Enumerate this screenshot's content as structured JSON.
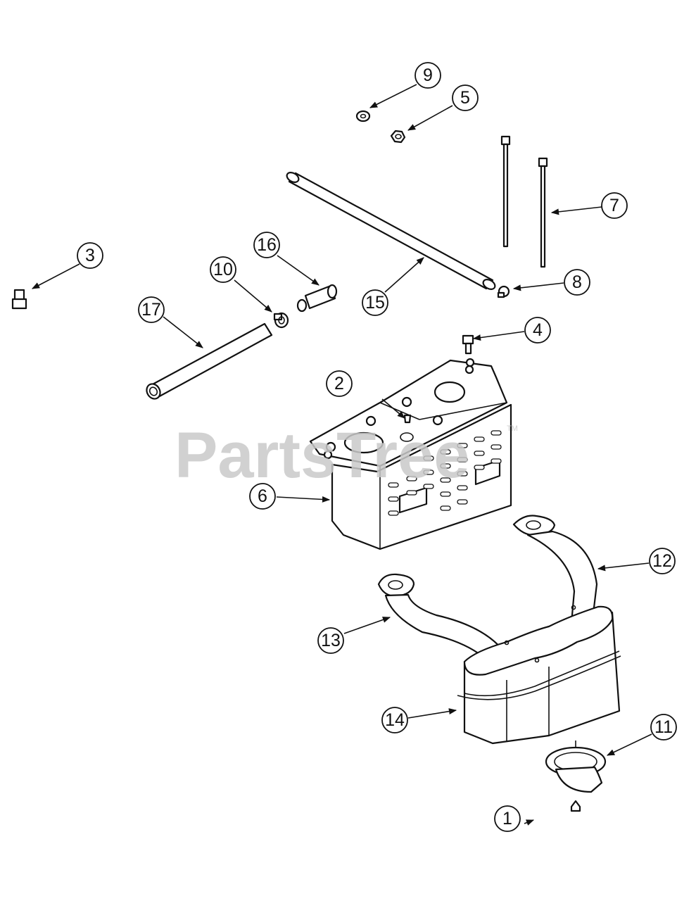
{
  "watermark": {
    "text": "PartsTree",
    "tm": "TM"
  },
  "callouts": [
    {
      "id": "1",
      "label": "1"
    },
    {
      "id": "2",
      "label": "2"
    },
    {
      "id": "3",
      "label": "3"
    },
    {
      "id": "4",
      "label": "4"
    },
    {
      "id": "5",
      "label": "5"
    },
    {
      "id": "6",
      "label": "6"
    },
    {
      "id": "7",
      "label": "7"
    },
    {
      "id": "8",
      "label": "8"
    },
    {
      "id": "9",
      "label": "9"
    },
    {
      "id": "10",
      "label": "10"
    },
    {
      "id": "11",
      "label": "11"
    },
    {
      "id": "12",
      "label": "12"
    },
    {
      "id": "13",
      "label": "13"
    },
    {
      "id": "14",
      "label": "14"
    },
    {
      "id": "15",
      "label": "15"
    },
    {
      "id": "16",
      "label": "16"
    },
    {
      "id": "17",
      "label": "17"
    }
  ]
}
